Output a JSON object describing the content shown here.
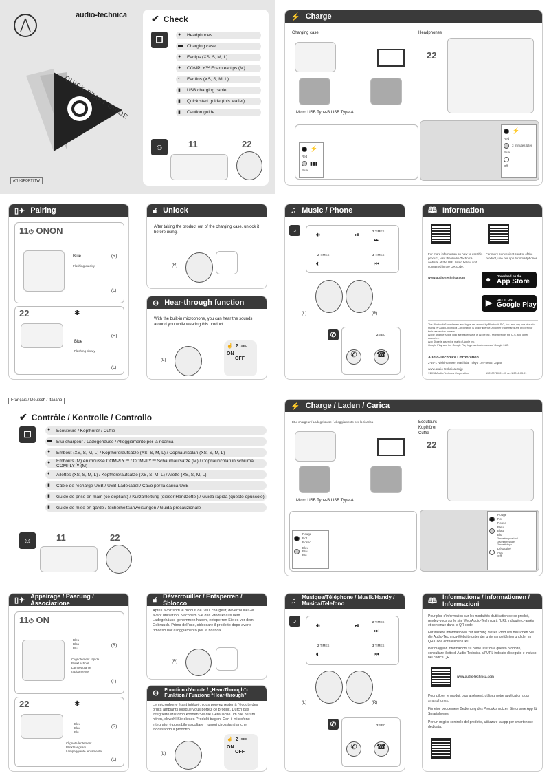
{
  "cover": {
    "brand": "audio-technica",
    "title": "QUICK START GUIDE",
    "model": "ATH-SPORT7TW"
  },
  "check": {
    "title": "Check",
    "items": [
      "Headphones",
      "Charging case",
      "Eartips (XS, S, M, L)",
      "COMPLY™ Foam eartips (M)",
      "Ear fins (XS, S, M, L)",
      "USB charging cable",
      "Quick start guide (this leaflet)",
      "Caution guide"
    ],
    "n1": "1",
    "n2": "2"
  },
  "charge": {
    "title": "Charge",
    "case_label": "Charging case",
    "hp_label": "Headphones",
    "usb_label": "Micro USB Type-B USB Type-A",
    "red": "Red",
    "blue": "Blue",
    "off": "Off",
    "three_min": "3 minutes later",
    "n1": "1",
    "n2": "2"
  },
  "pairing": {
    "title": "Pairing",
    "on": "ON",
    "on2": "ON",
    "blue": "Blue",
    "quick": "Flashing quickly",
    "slow": "Flashing slowly",
    "r": "(R)",
    "l": "(L)",
    "n1": "1",
    "n2": "2"
  },
  "unlock": {
    "title": "Unlock",
    "text": "After taking the product out of the charging case, unlock it before using.",
    "r": "(R)"
  },
  "hearthrough": {
    "title": "Hear-through function",
    "text": "With the built-in microphone, you can hear the sounds around you while wearing this product.",
    "l": "(L)",
    "sec": "2",
    "sec_unit": "SEC",
    "on": "ON",
    "off": "OFF"
  },
  "music": {
    "title": "Music / Phone",
    "times": "TIMES",
    "n2": "2",
    "n3": "3",
    "l": "(L)",
    "r": "(R)",
    "sec": "2",
    "sec_unit": "SEC"
  },
  "info": {
    "title": "Information",
    "text1": "For more information on how to use this product, visit the Audio-Technica website at the URL listed below and contained in the QR code.",
    "text2": "For more convenient control of the product, use our app for smartphones.",
    "url": "www.audio-technica.com",
    "appstore_small": "Download on the",
    "appstore": "App Store",
    "gplay_small": "GET IT ON",
    "gplay": "Google Play",
    "legal": [
      "The Bluetooth® word mark and logos are owned by Bluetooth SIG, Inc. and any use of such marks by Audio-Technica Corporation is under license. All other trademarks are property of their respective owners.",
      "Apple and the Apple logo are trademarks of Apple Inc., registered in the U.S. and other countries.",
      "App Store is a service mark of Apple Inc.",
      "Google Play and the Google Play logo are trademarks of Google LLC."
    ],
    "company": "Audio-Technica Corporation",
    "address": "2-46-1 Nishi-naruse, Machida, Tokyo 194-8666, Japan",
    "website": "www.audio-technica.co.jp",
    "copyright": "©2018 Audio-Technica Corporation",
    "code": "132900710-01-01 ver.1 2018.03.01"
  },
  "lang": "Français / Deutsch / Italiano",
  "check2": {
    "title": "Contrôle / Kontrolle / Controllo",
    "items": [
      "Écouteurs / Kopfhörer / Cuffie",
      "Étui chargeur / Ladegehäuse / Alloggiamento per la ricarica",
      "Embout (XS, S, M, L) / Kopfhöreraufsätze (XS, S, M, L) / Copriauricolari (XS, S, M, L)",
      "Embouts (M) en mousse COMPLY™ / COMPLY™ Schaumaufsätze (M) / Copriauricolari in schiuma COMPLY™ (M)",
      "Ailettes (XS, S, M, L) / Kopfhöreraufsätze (XS, S, M, L) / Alette (XS, S, M, L)",
      "Câble de recharge USB / USB-Ladekabel / Cavo per la carica USB",
      "Guide de prise en main (ce dépliant) / Kurzanleitung (dieser Handzettel) / Guida rapida (questo opuscolo)",
      "Guide de mise en garde / Sicherheitsanweisungen / Guida precauzionale"
    ],
    "n1": "1",
    "n2": "2"
  },
  "charge2": {
    "title": "Charge / Laden / Carica",
    "case_label": "Étui chargeur / Ladegehäuse / Alloggiamento per la ricarica",
    "hp_label1": "Écouteurs",
    "hp_label2": "Kopfhörer",
    "hp_label3": "Cuffie",
    "usb_label": "Micro USB Type-B USB Type-A",
    "red": [
      "Rouge",
      "Rot",
      "Rosso"
    ],
    "blue": [
      "Bleu",
      "Blau",
      "Blu"
    ],
    "later": [
      "3 minutes plus tard",
      "3 Minuten später",
      "3 minuti dopo"
    ],
    "off": [
      "Désactivé",
      "Aus",
      "Off"
    ],
    "n1": "1",
    "n2": "2"
  },
  "pairing2": {
    "title": "Appairage / Paarung / Associazione",
    "on": "ON",
    "blue": [
      "Bleu",
      "Blau",
      "Blu"
    ],
    "quick": [
      "Clignotement rapide",
      "Blinkt schnell",
      "Lampeggiante rapidamente"
    ],
    "slow": [
      "Clignote lentement",
      "Blinkt langsam",
      "Lampeggiante lentamente"
    ],
    "r": "(R)",
    "l": "(L)",
    "n1": "1",
    "n2": "2"
  },
  "unlock2": {
    "title": "Déverrouiller / Entsperren / Sblocco",
    "text": "Après avoir sorti le produit de l'étui chargeur, déverrouillez-le avant utilisation. Nachdem Sie das Produkt aus dem Ladegehäuse genommen haben, entsperren Sie es vor dem Gebrauch. Prima dell'uso, sbloccare il prodotto dopo averlo rimosso dall'alloggiamento per la ricarica.",
    "r": "(R)"
  },
  "hear2": {
    "title": "Fonction d'écoute / „Hear-Through“-Funktion / Funzione “Hear-through”",
    "text": "Le microphone étant intégré, vous pouvez rester à l'écoute des bruits ambiants lorsque vous portez ce produit. Durch das integrierte Mikrofon können Sie die Geräusche um Sie herum hören, obwohl Sie dieses Produkt tragen. Con il microfono integrato, è possibile ascoltare i rumori circostanti anche indossando il prodotto.",
    "l": "(L)",
    "sec": "2",
    "sec_unit": "SEC",
    "on": "ON",
    "off": "OFF"
  },
  "music2": {
    "title": "Musique/Téléphone / Musik/Handy / Musica/Telefono",
    "times": "TIMES",
    "n2": "2",
    "n3": "3",
    "l": "(L)",
    "r": "(R)",
    "sec": "2",
    "sec_unit": "SEC"
  },
  "info2": {
    "title": "Informations / Informationen / Informazioni",
    "p1": "Pour plus d'information sur les modalités d'utilisation de ce produit, rendez-vous sur le site Web Audio-Technica à l'URL indiquée ci-après et contenue dans le QR code.",
    "p2": "Für weitere Informationen zur Nutzung dieses Produkts besuchen Sie die Audio-Technica-Website unter der unten angeführten und der im QR-Code enthaltenen URL.",
    "p3": "Per maggiori informazioni su come utilizzare questo prodotto, consultare il sito di Audio-Technica all' URL indicato di seguito e incluso nel codice QR.",
    "url": "www.audio-technica.com",
    "p4": "Pour piloter le produit plus aisément, utilisez notre application pour smartphones.",
    "p5": "Für eine bequemere Bedienung des Produkts nutzen Sie unsere App für Smartphones.",
    "p6": "Per un miglior controllo del prodotto, utilizzare la app per smartphone dedicata."
  }
}
